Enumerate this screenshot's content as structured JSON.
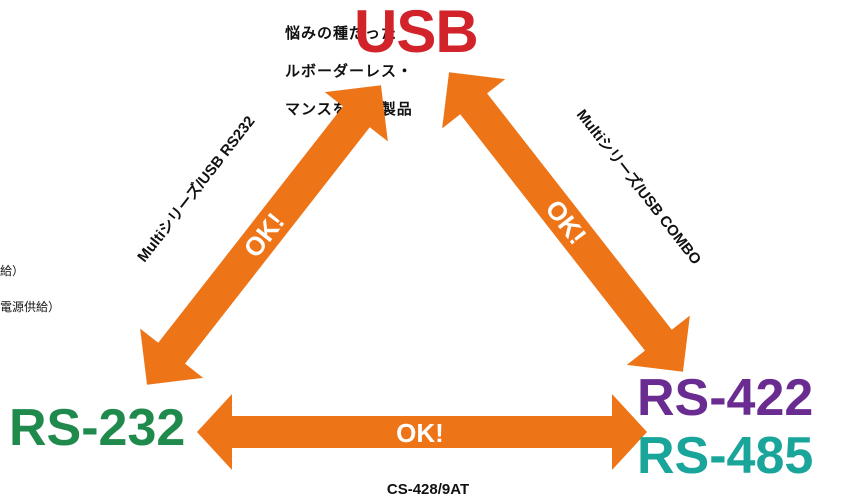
{
  "intro": {
    "line1": "悩みの種だった",
    "line2": "ルボーダーレス・",
    "line3": "マンスを他社製品",
    "note1": "給）",
    "note2": "電源供給）"
  },
  "nodes": {
    "usb": "USB",
    "rs232": "RS-232",
    "rs422": "RS-422",
    "rs485": "RS-485"
  },
  "edges": {
    "left": {
      "product": "Multiシリーズ/USB RS232",
      "ok": "OK!"
    },
    "right": {
      "product": "Multiシリーズ/USB COMBO",
      "ok": "OK!"
    },
    "bottom": {
      "product": "CS-428/9AT",
      "ok": "OK!"
    }
  },
  "colors": {
    "usb": "#d2232a",
    "rs232": "#1f8a4c",
    "rs422": "#6a2c91",
    "rs485": "#1aa59a",
    "arrow": "#ee7418"
  }
}
